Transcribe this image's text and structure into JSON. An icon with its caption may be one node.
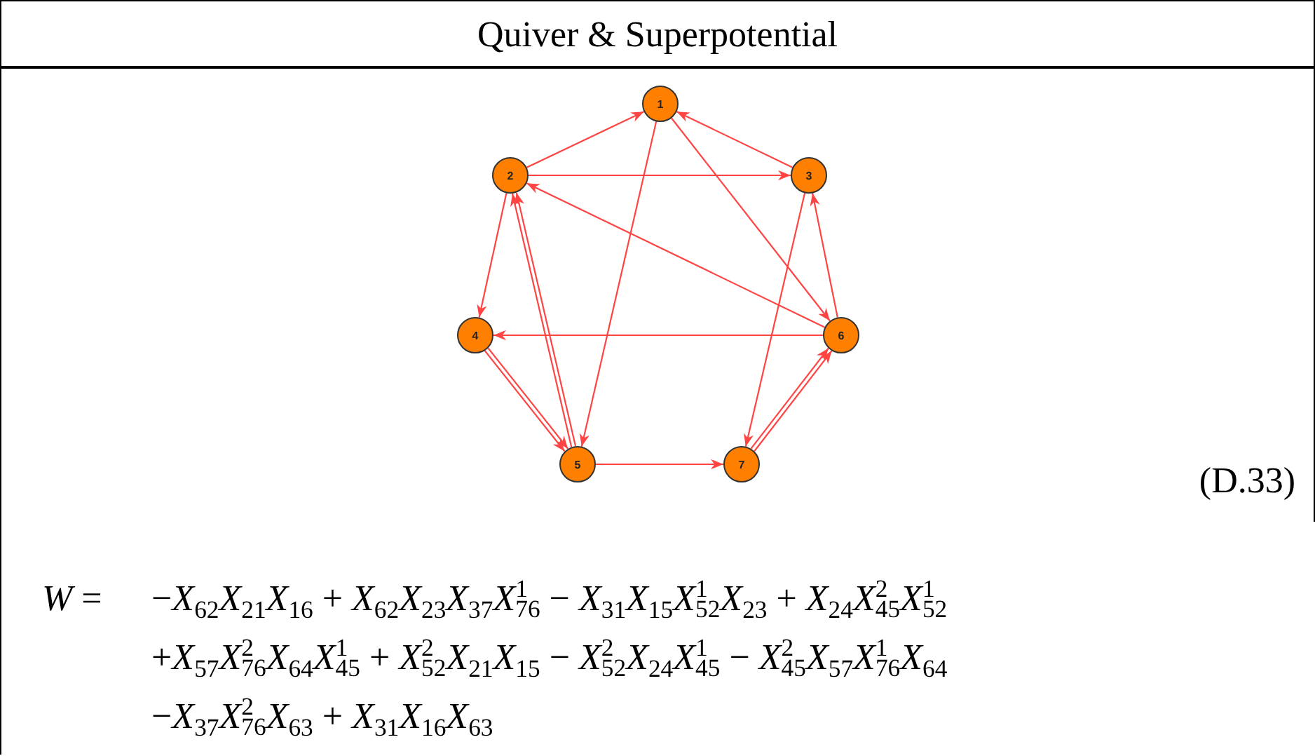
{
  "diagram": {
    "title": "Quiver & Superpotential",
    "nodes": [
      {
        "text": [
          "1"
        ]
      },
      {
        "text": [
          "2"
        ]
      },
      {
        "text": [
          "3"
        ]
      },
      {
        "text": [
          "4"
        ]
      },
      {
        "text": [
          "5"
        ]
      },
      {
        "text": [
          "6"
        ]
      },
      {
        "text": [
          "7"
        ]
      }
    ],
    "edges": [
      {
        "from": 1,
        "to": 0,
        "arrow": "to"
      },
      {
        "from": 2,
        "to": 0,
        "arrow": "to"
      },
      {
        "from": 0,
        "to": 4,
        "arrow": "to"
      },
      {
        "from": 0,
        "to": 5,
        "arrow": "to"
      },
      {
        "from": 1,
        "to": 2,
        "arrow": "to"
      },
      {
        "from": 5,
        "to": 1,
        "arrow": "to"
      },
      {
        "from": 1,
        "to": 3,
        "arrow": "to"
      },
      {
        "from": 4,
        "to": 1,
        "arrow": "to"
      },
      {
        "from": 4,
        "to": 1,
        "arrow": "to"
      },
      {
        "from": 5,
        "to": 2,
        "arrow": "to"
      },
      {
        "from": 2,
        "to": 6,
        "arrow": "to"
      },
      {
        "from": 5,
        "to": 3,
        "arrow": "to"
      },
      {
        "from": 3,
        "to": 4,
        "arrow": "to"
      },
      {
        "from": 3,
        "to": 4,
        "arrow": "to"
      },
      {
        "from": 4,
        "to": 6,
        "arrow": "to"
      },
      {
        "from": 6,
        "to": 5,
        "arrow": "to"
      },
      {
        "from": 6,
        "to": 5,
        "arrow": "to"
      }
    ],
    "labels": [
      "(D.33)",
      "*W* =",
      "−*X*$_{62}$*X*$_{21}$*X*$_{16}$ + *X*$_{62}$*X*$_{23}$*X*$_{37}$*X*$^{1}$$_{76}$ − *X*$_{31}$*X*$_{15}$*X*$^{1}$$_{52}$*X*$_{23}$ + *X*$_{24}$*X*$^{2}$$_{45}$*X*$^{1}$$_{52}$",
      "+*X*$_{57}$*X*$^{2}$$_{76}$*X*$_{64}$*X*$^{1}$$_{45}$ + *X*$^{2}$$_{52}$*X*$_{21}$*X*$_{15}$ − *X*$^{2}$$_{52}$*X*$_{24}$*X*$^{1}$$_{45}$ − *X*$^{2}$$_{45}$*X*$_{57}$*X*$^{1}$$_{76}$*X*$_{64}$",
      "−*X*$_{37}$*X*$^{2}$$_{76}$*X*$_{63}$ + *X*$_{31}$*X*$_{16}$*X*$_{63}$"
    ]
  }
}
